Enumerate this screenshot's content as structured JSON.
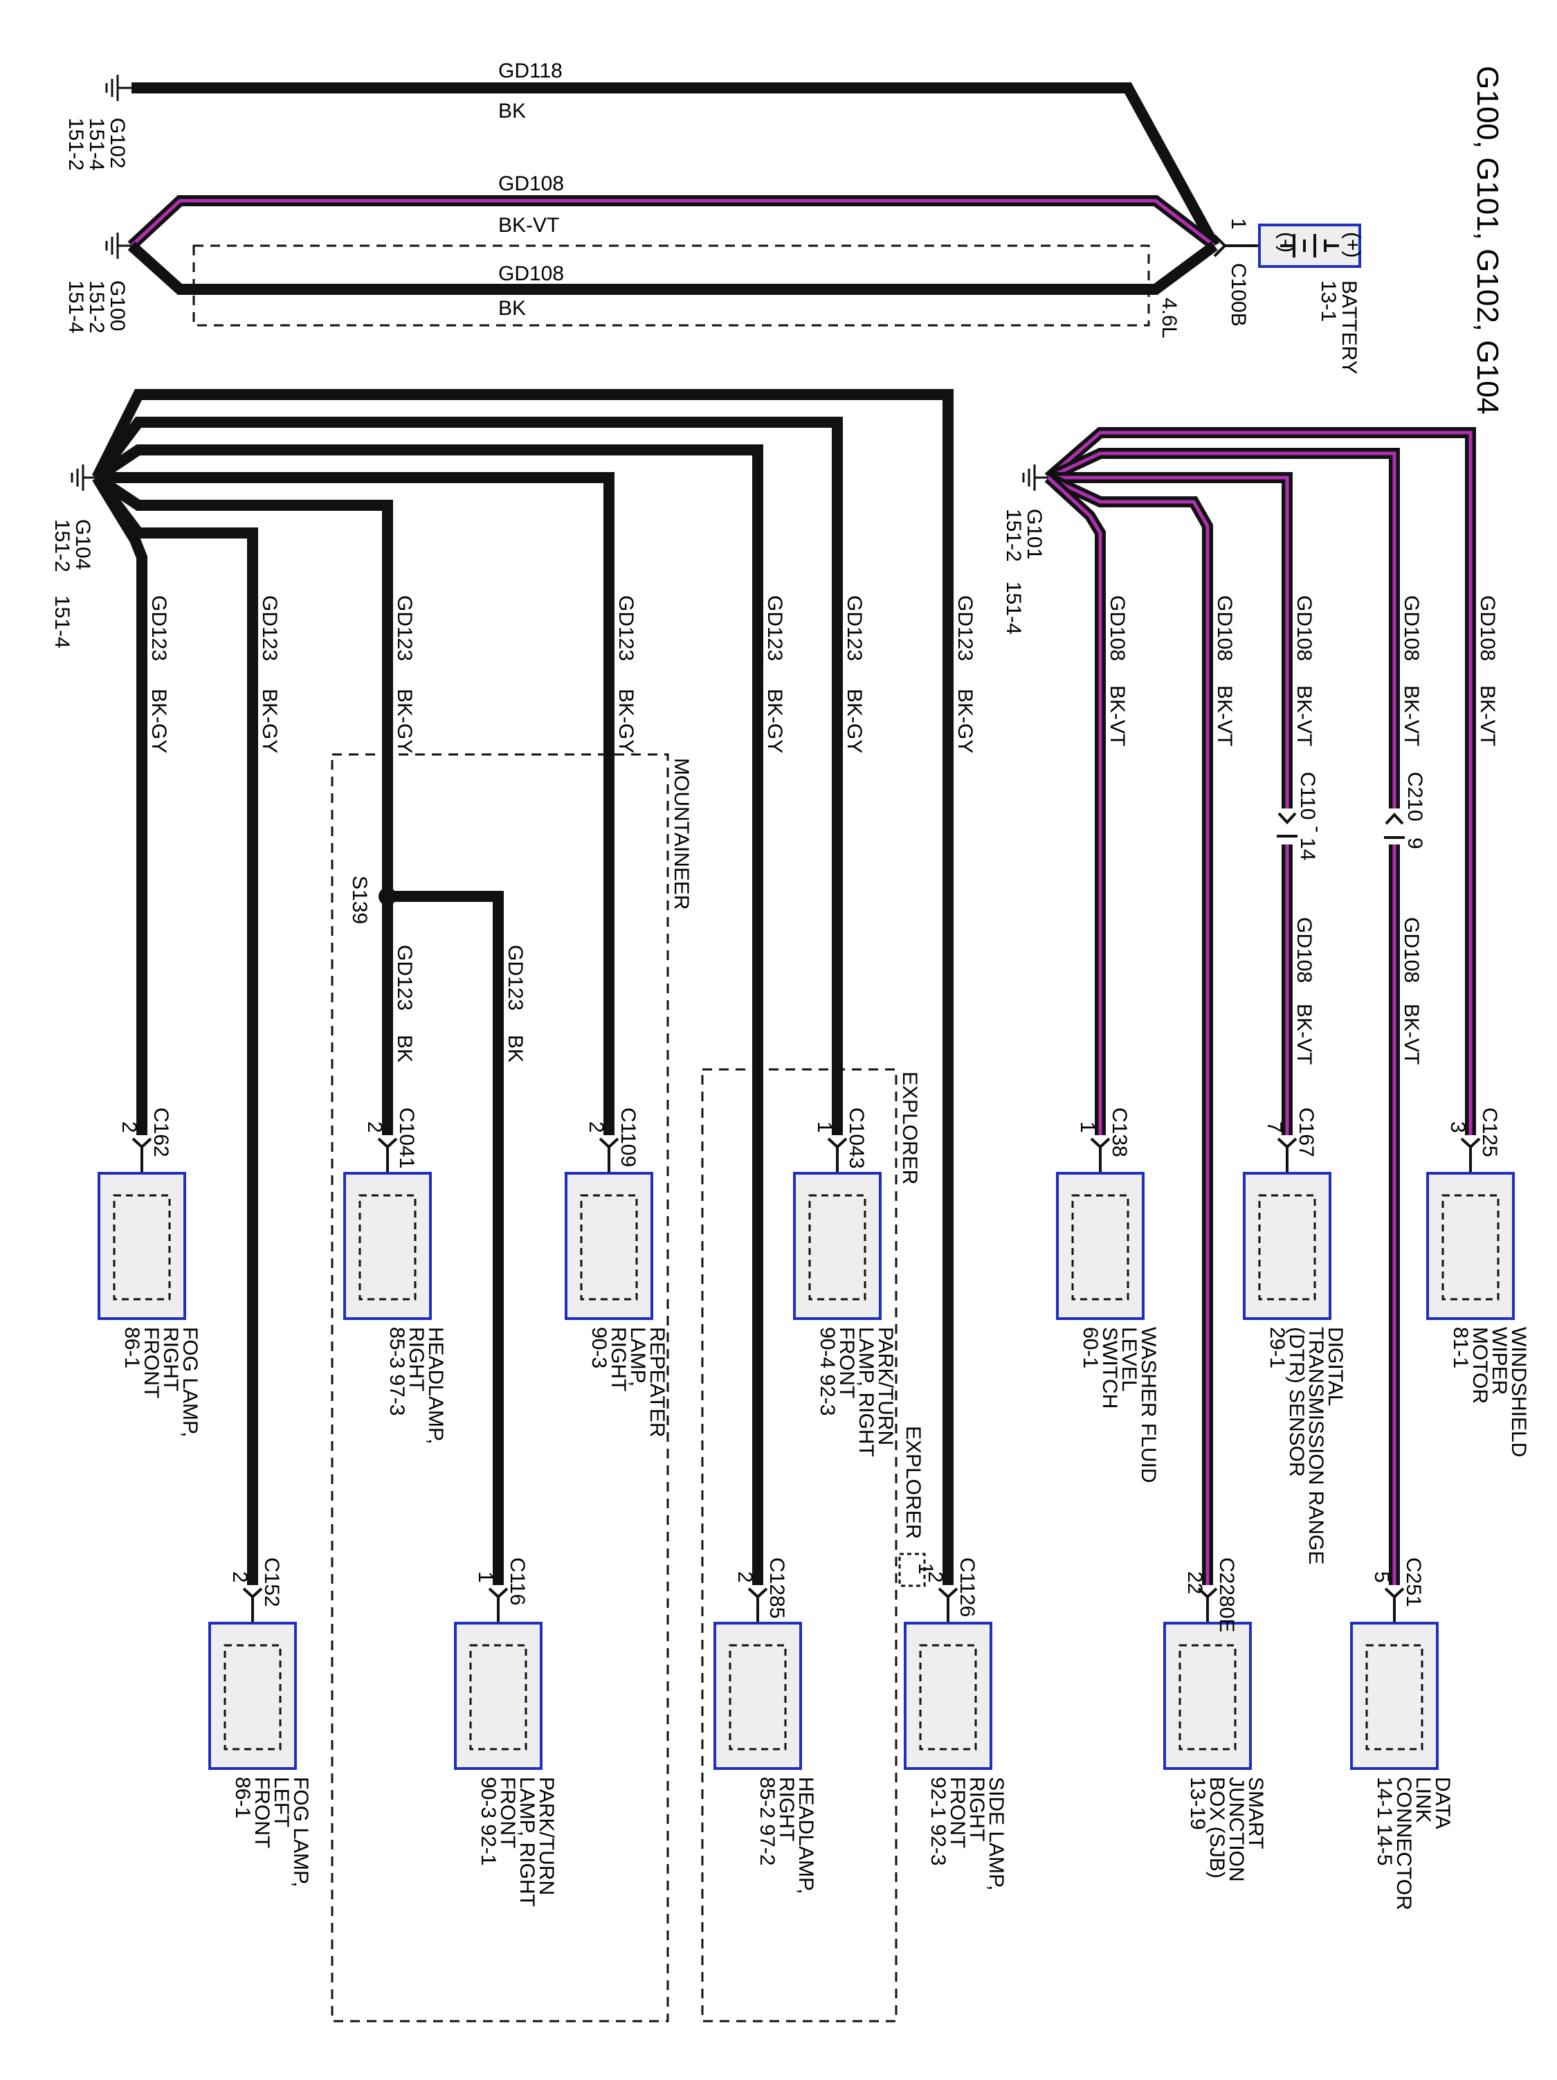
{
  "title": "G100, G101, G102, G104",
  "colors": {
    "wire": "#111111",
    "violet_tracer": "#b030b0",
    "component_border": "#1f2fbf",
    "component_fill": "#eeeeee",
    "background": "#ffffff"
  },
  "grounds": {
    "g102": {
      "name": "G102",
      "refs": [
        "151-4",
        "151-2"
      ]
    },
    "g100": {
      "name": "G100",
      "refs": [
        "151-2",
        "151-4"
      ]
    },
    "g104": {
      "name": "G104",
      "refs": [
        "151-2",
        "151-4"
      ]
    },
    "g101": {
      "name": "G101",
      "refs": [
        "151-2",
        "151-4"
      ]
    }
  },
  "battery": {
    "name": "BATTERY",
    "ref": "13-1",
    "connector": "C100B",
    "pin": "1",
    "minus": "(-)",
    "plus": "(+)"
  },
  "option_46l": "4.6L",
  "wires": {
    "gd118": "GD118",
    "gd108": "GD108",
    "gd123": "GD123",
    "bk": "BK",
    "bk_vt": "BK-VT",
    "bk_gy": "BK-GY"
  },
  "inline_connectors": [
    {
      "name": "C110",
      "pin": "14"
    },
    {
      "name": "C210",
      "pin": "9"
    }
  ],
  "splice": "S139",
  "options": {
    "mountaineer": "MOUNTAINEER",
    "explorer": "EXPLORER",
    "explorer_note": "1"
  },
  "components": [
    {
      "connector": "C125",
      "pin": "3",
      "lines": [
        "WINDSHIELD",
        "WIPER",
        "MOTOR",
        "81-1"
      ]
    },
    {
      "connector": "C167",
      "pin": "7",
      "lines": [
        "DIGITAL",
        "TRANSMISSION RANGE",
        "(DTR) SENSOR",
        "29-1"
      ]
    },
    {
      "connector": "C138",
      "pin": "1",
      "lines": [
        "WASHER FLUID",
        "LEVEL",
        "SWITCH",
        "60-1"
      ]
    },
    {
      "connector": "C1043",
      "pin": "1",
      "lines": [
        "PARK/TURN",
        "LAMP, RIGHT",
        "FRONT",
        "90-4     92-3"
      ]
    },
    {
      "connector": "C1109",
      "pin": "2",
      "lines": [
        "REPEATER",
        "LAMP,",
        "RIGHT",
        "90-3"
      ]
    },
    {
      "connector": "C1041",
      "pin": "2",
      "lines": [
        "HEADLAMP,",
        "RIGHT",
        "85-3     97-3"
      ]
    },
    {
      "connector": "C162",
      "pin": "2",
      "lines": [
        "FOG LAMP,",
        "RIGHT",
        "FRONT",
        "86-1"
      ]
    },
    {
      "connector": "C251",
      "pin": "5",
      "lines": [
        "DATA",
        "LINK",
        "CONNECTOR",
        "14-1    14-5"
      ]
    },
    {
      "connector": "C2280E",
      "pin": "22",
      "lines": [
        "SMART",
        "JUNCTION",
        "BOX (SJB)",
        "13-19"
      ]
    },
    {
      "connector": "C1126",
      "pin": "2",
      "lines": [
        "SIDE LAMP,",
        "RIGHT",
        "FRONT",
        "92-1     92-3"
      ]
    },
    {
      "connector": "C1285",
      "pin": "2",
      "lines": [
        "HEADLAMP,",
        "RIGHT",
        "85-2     97-2"
      ]
    },
    {
      "connector": "C116",
      "pin": "1",
      "lines": [
        "PARK/TURN",
        "LAMP, RIGHT",
        "FRONT",
        "90-3     92-1"
      ]
    },
    {
      "connector": "C152",
      "pin": "2",
      "lines": [
        "FOG LAMP,",
        "LEFT",
        "FRONT",
        "86-1"
      ]
    }
  ]
}
